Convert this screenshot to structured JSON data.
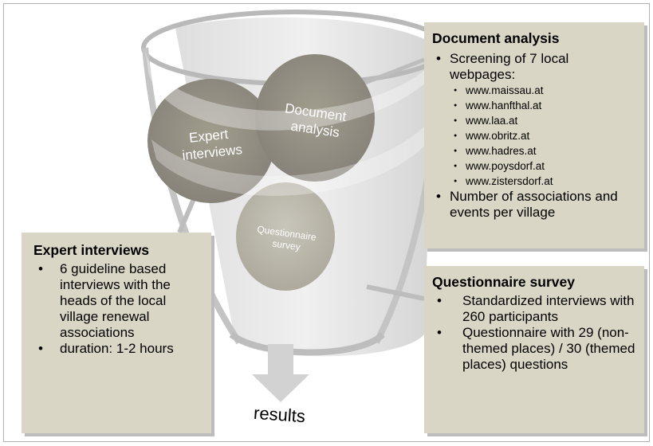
{
  "circles": {
    "expert": {
      "line1": "Expert",
      "line2": "interviews"
    },
    "document": {
      "line1": "Document",
      "line2": "analysis"
    },
    "questionnaire": {
      "line1": "Questionnaire",
      "line2": "survey"
    }
  },
  "results_label": "results",
  "document_box": {
    "title": "Document analysis",
    "item1": "Screening of 7 local webpages:",
    "sites": [
      "www.maissau.at",
      "www.hanfthal.at",
      "www.laa.at",
      "www.obritz.at",
      "www.hadres.at",
      "www.poysdorf.at",
      "www.zistersdorf.at"
    ],
    "item2": "Number of associations and events per village"
  },
  "expert_box": {
    "title": "Expert interviews",
    "items": [
      "6 guideline based interviews with  the heads of the local village  renewal associations",
      "duration: 1-2 hours"
    ]
  },
  "questionnaire_box": {
    "title": "Questionnaire survey",
    "items": [
      "Standardized interviews with 260 participants",
      "Questionnaire with  29 (non-themed places) / 30 (themed places) questions"
    ]
  },
  "colors": {
    "box_fill": "#dad6c5",
    "circle_fill": "#8f8c7e",
    "funnel": "#cfcfcf",
    "arrow": "#d2d2d2"
  }
}
